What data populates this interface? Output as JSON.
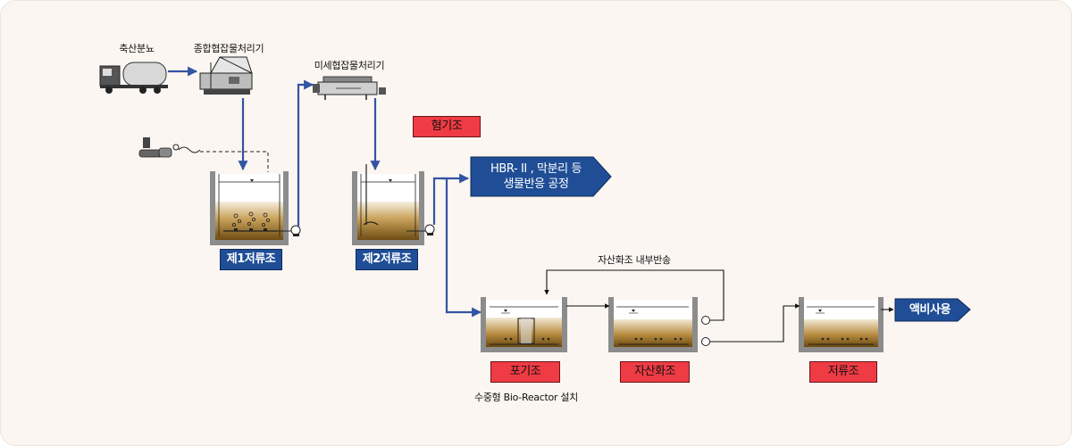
{
  "labels": {
    "manure": "축산분뇨",
    "coarse_screen": "종합협잡물처리기",
    "fine_screen": "미세협잡물처리기",
    "internal_return": "자산화조 내부반송",
    "bio_reactor_note": "수중형 Bio-Reactor 설치"
  },
  "tanks": {
    "storage1": "제1저류조",
    "storage2": "제2저류조",
    "anaerobic": "혐기조",
    "aeration": "포기조",
    "maturation": "자산화조",
    "final_storage": "저류조"
  },
  "outputs": {
    "hbr_line1": "HBR- II , 막분리 등",
    "hbr_line2": "생물반응 공정",
    "fertilizer": "액비사용"
  },
  "colors": {
    "flow_blue": "#3354a3",
    "tag_blue": "#1f4e96",
    "tag_red": "#ef3b44",
    "liquid": "#8a6420",
    "tank_wall": "#8c8c8c"
  }
}
